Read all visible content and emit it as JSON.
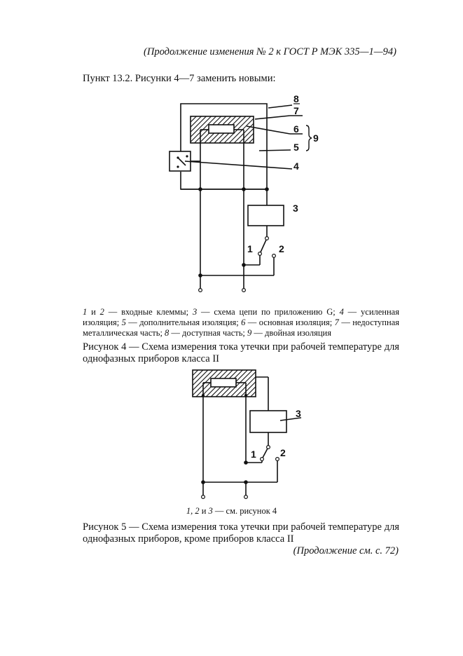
{
  "header": {
    "continuation_note": "(Продолжение изменения № 2 к ГОСТ Р МЭК 335—1—94)"
  },
  "intro": {
    "text": "Пункт 13.2. Рисунки 4—7 заменить новыми:"
  },
  "figure4": {
    "labels": {
      "l1": "1",
      "l2": "2",
      "l3": "3",
      "l4": "4",
      "l5": "5",
      "l6": "6",
      "l7": "7",
      "l8": "8",
      "l9": "9"
    },
    "legend": {
      "n1": "1",
      "and": " и ",
      "n2": "2",
      "t1": " — входные клеммы; ",
      "n3": "3",
      "t2": " — схема цепи по приложению G; ",
      "n4": "4",
      "t3": " — усиленная изоляция; ",
      "n5": "5",
      "t4": " — дополнительная изоляция; ",
      "n6": "6",
      "t5": " — основная изоляция; ",
      "n7": "7",
      "t6": " — недоступная металлическая часть; ",
      "n8": "8",
      "t7": " — доступная часть; ",
      "n9": "9",
      "t8": " — двойная изоляция"
    },
    "title": "Рисунок 4 — Схема измерения тока утечки при рабочей температуре для однофазных приборов класса II"
  },
  "figure5": {
    "labels": {
      "l1": "1",
      "l2": "2",
      "l3": "3"
    },
    "caption": {
      "items": "1, 2",
      "and": " и ",
      "n3": "3",
      "ref": " — см. рисунок 4"
    },
    "title": "Рисунок 5 — Схема  измерения тока утечки при рабочей температуре для однофазных приборов, кроме приборов класса II"
  },
  "footer": {
    "continuation_note": "(Продолжение см. с. 72)"
  }
}
